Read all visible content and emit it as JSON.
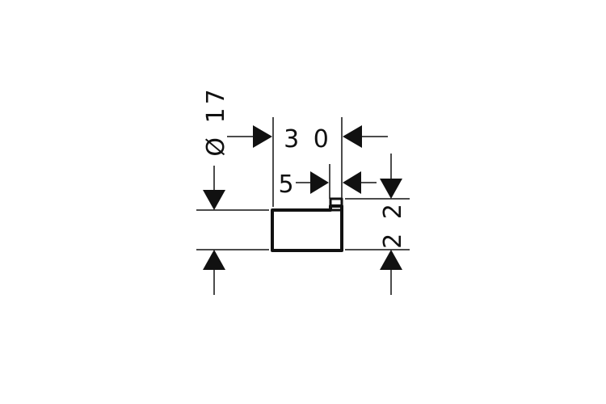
{
  "drawing": {
    "type": "technical-dimension-drawing",
    "line_color": "#111111",
    "background": "#ffffff",
    "dimensions": {
      "diameter": {
        "label": "Ø 17",
        "symbol": "Ø",
        "value": "17",
        "orientation": "vertical"
      },
      "width": {
        "label": "3 0",
        "value": "30",
        "orientation": "horizontal"
      },
      "offset": {
        "label": "5",
        "value": "5",
        "orientation": "horizontal"
      },
      "height": {
        "label": "2 2",
        "value": "22",
        "orientation": "vertical"
      }
    }
  }
}
